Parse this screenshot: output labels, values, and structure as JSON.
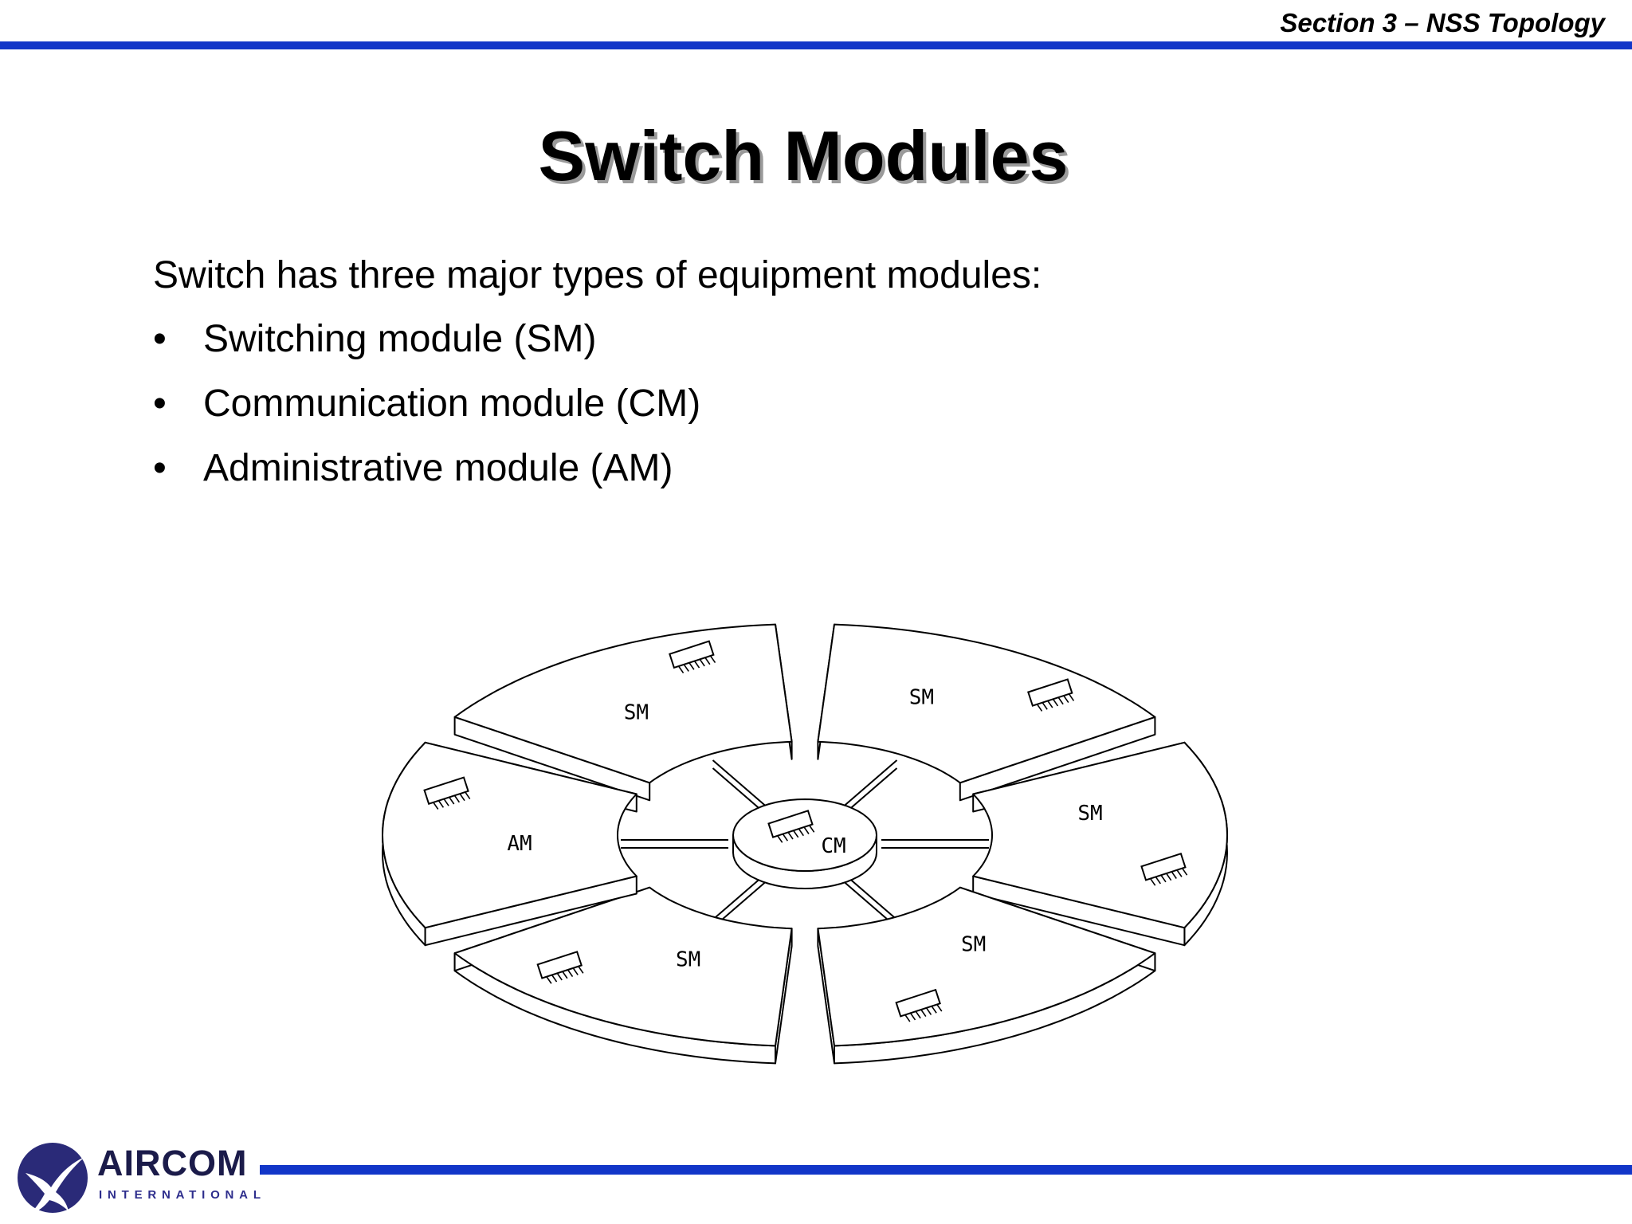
{
  "header": {
    "section": "Section 3 – NSS Topology"
  },
  "title": "Switch Modules",
  "intro": "Switch has three major types of equipment modules:",
  "bullets": [
    {
      "symbol": "•",
      "text": "Switching module (SM)"
    },
    {
      "symbol": "•",
      "text": "Communication module (CM)"
    },
    {
      "symbol": "•",
      "text": "Administrative module (AM)"
    }
  ],
  "diagram": {
    "hub_label": "CM",
    "modules": [
      {
        "label": "SM"
      },
      {
        "label": "SM"
      },
      {
        "label": "SM"
      },
      {
        "label": "SM"
      },
      {
        "label": "AM"
      },
      {
        "label": "SM"
      }
    ],
    "icon": "chip-icon"
  },
  "footer": {
    "logo_name": "AIRCOM",
    "logo_sub": "INTERNATIONAL",
    "logo_icon": "bird-icon"
  },
  "colors": {
    "accent": "#1236c8",
    "logo_circle": "#2a2a78"
  }
}
